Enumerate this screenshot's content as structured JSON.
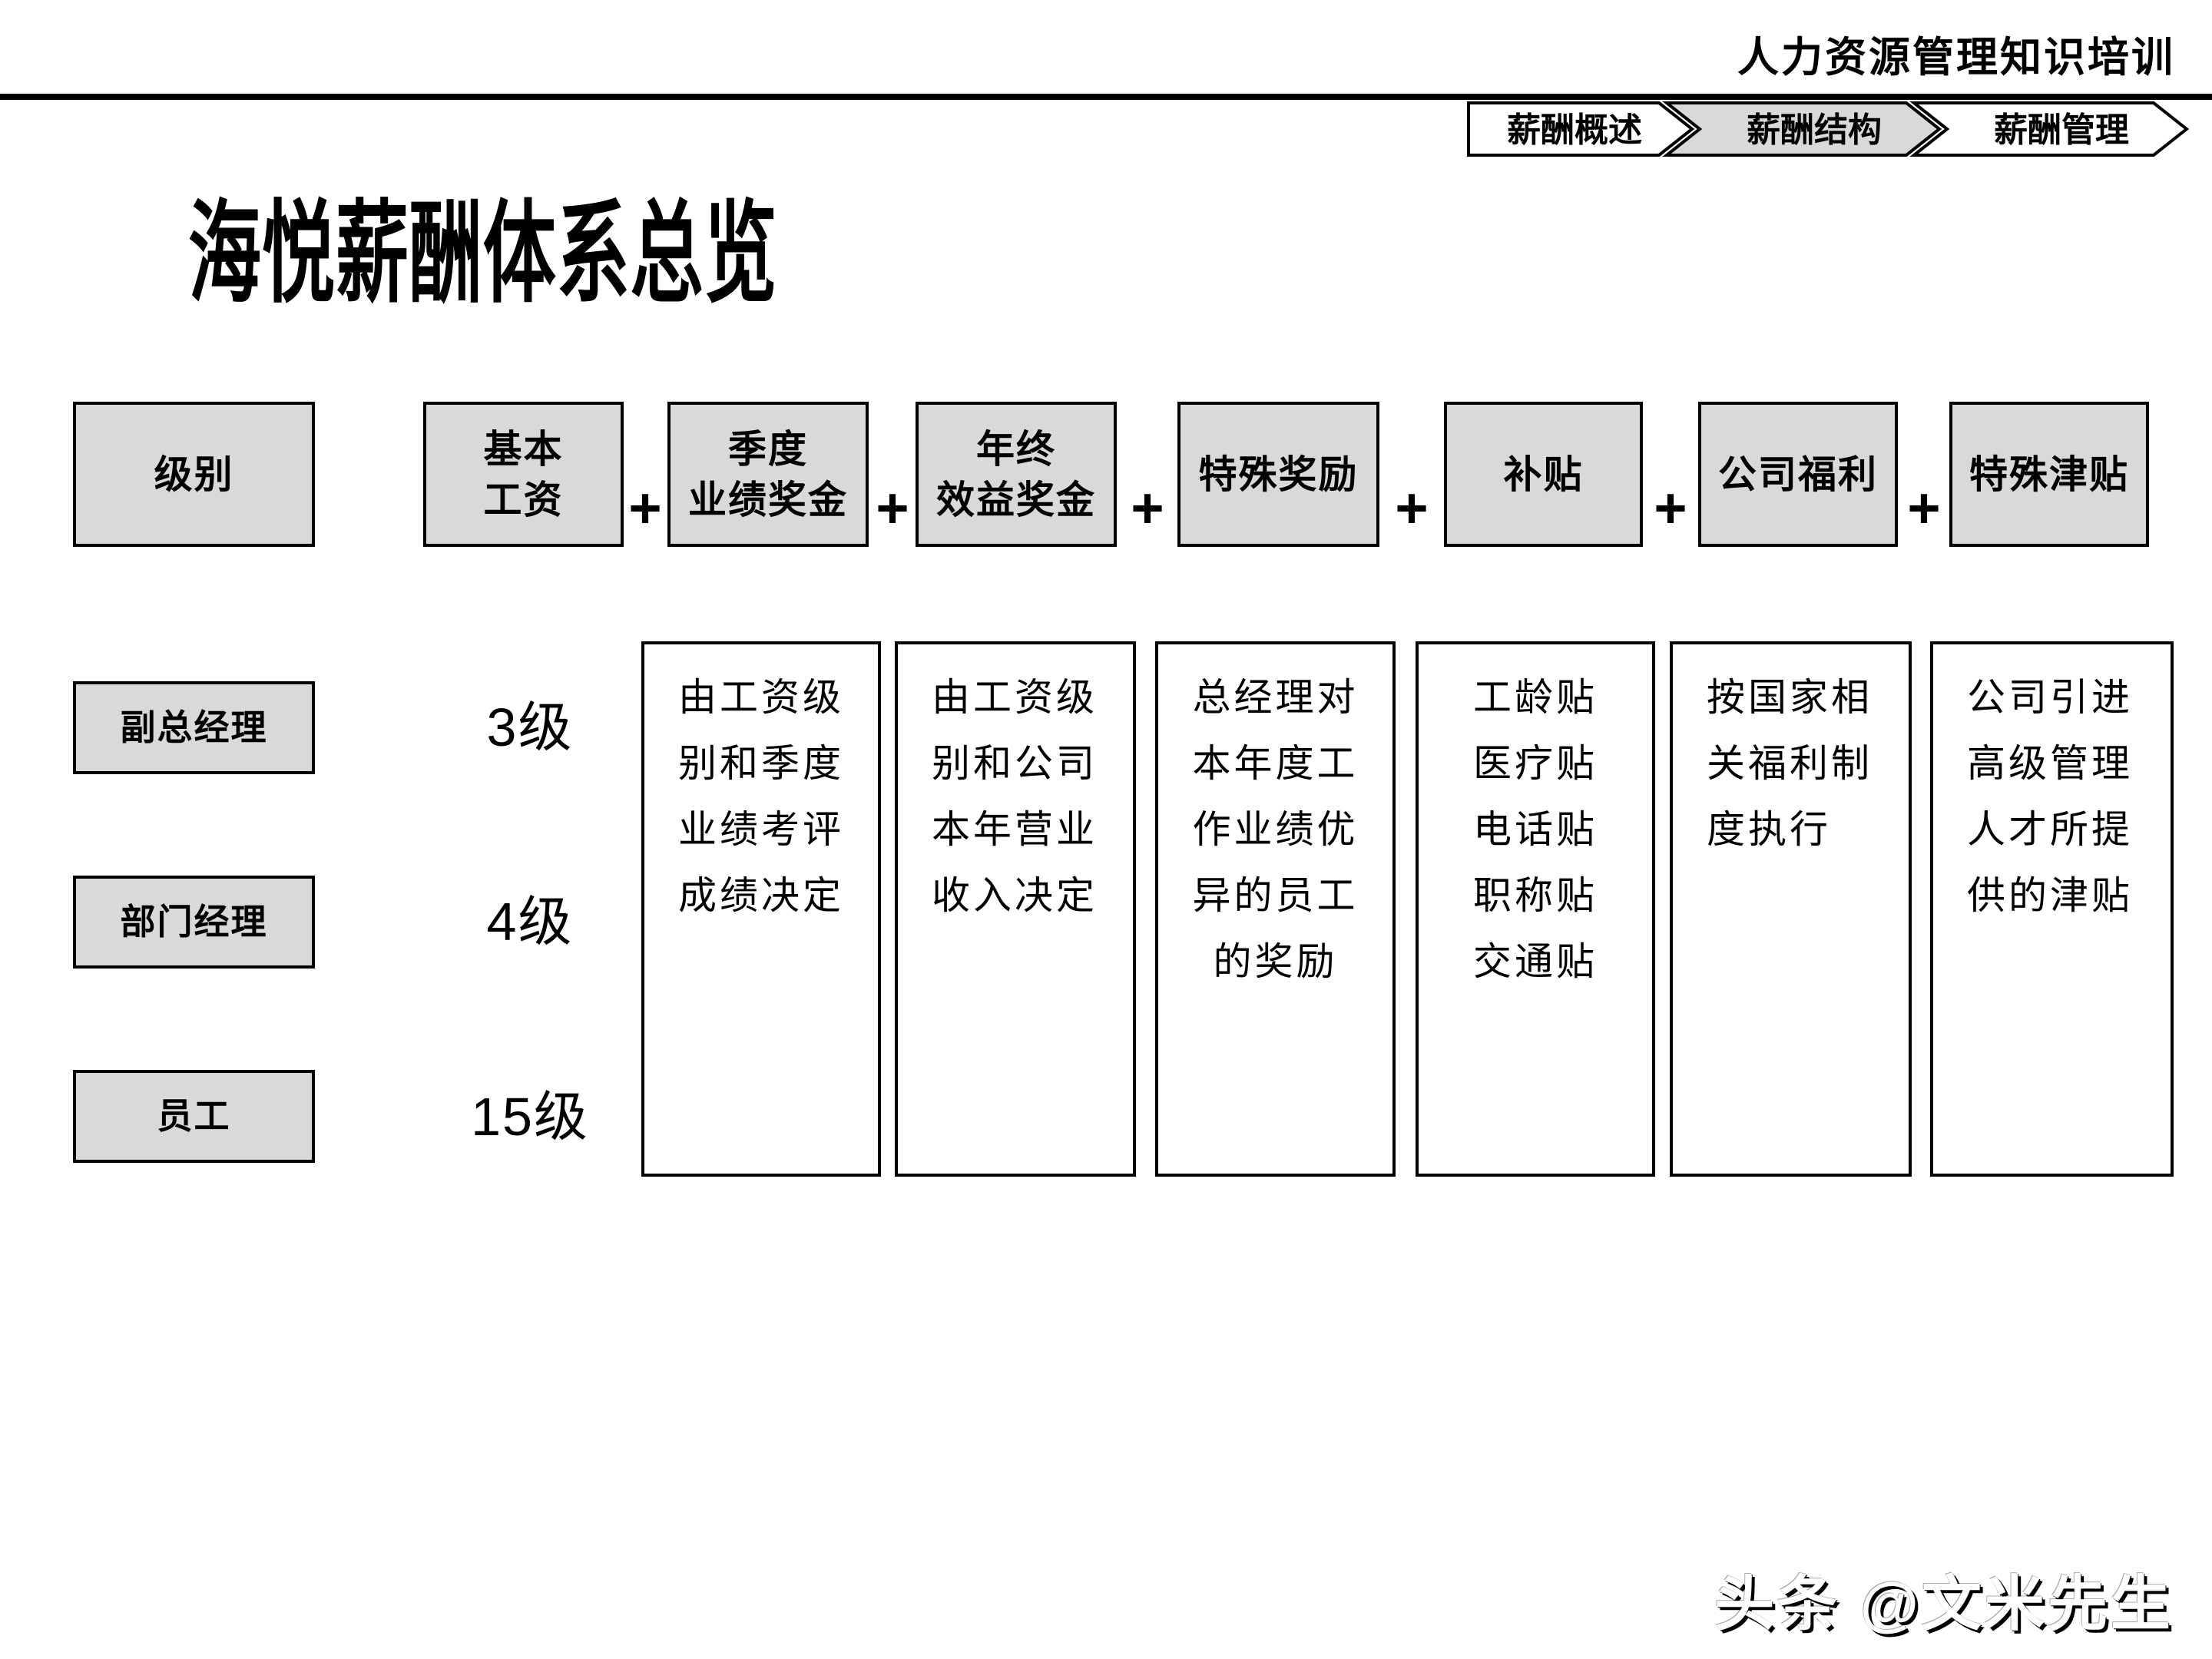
{
  "header": {
    "training_title": "人力资源管理知识培训"
  },
  "tabs": [
    {
      "label": "薪酬概述",
      "active": false
    },
    {
      "label": "薪酬结构",
      "active": true
    },
    {
      "label": "薪酬管理",
      "active": false
    }
  ],
  "slide_title": "海悦薪酬体系总览",
  "plus_sign": "+",
  "level_header": {
    "label": "级别"
  },
  "salary_components": [
    {
      "lines": [
        "基本",
        "工资"
      ]
    },
    {
      "lines": [
        "季度",
        "业绩奖金"
      ]
    },
    {
      "lines": [
        "年终",
        "效益奖金"
      ]
    },
    {
      "lines": [
        "特殊奖励"
      ]
    },
    {
      "lines": [
        "补贴"
      ]
    },
    {
      "lines": [
        "公司福利"
      ]
    },
    {
      "lines": [
        "特殊津贴"
      ]
    }
  ],
  "roles": [
    {
      "title": "副总经理",
      "level": "3级"
    },
    {
      "title": "部门经理",
      "level": "4级"
    },
    {
      "title": "员工",
      "level": "15级"
    }
  ],
  "descriptions": [
    {
      "full_text": "由工资级别和季度业绩考评成绩决定",
      "lines": [
        "由工资级",
        "别和季度",
        "业绩考评",
        "成绩决定"
      ]
    },
    {
      "full_text": "由工资级别和公司本年营业收入决定",
      "lines": [
        "由工资级",
        "别和公司",
        "本年营业",
        "收入决定"
      ]
    },
    {
      "full_text": "总经理对本年度工作业绩优异的员工的奖励",
      "lines": [
        "总经理对",
        "本年度工",
        "作业绩优",
        "异的员工",
        "的奖励"
      ]
    },
    {
      "full_text": "工龄贴 医疗贴 电话贴 职称贴 交通贴",
      "lines": [
        "工龄贴",
        "医疗贴",
        "电话贴",
        "职称贴",
        "交通贴"
      ]
    },
    {
      "full_text": "按国家相关福利制度执行",
      "lines": [
        "按国家相",
        "关福利制",
        "度执行"
      ]
    },
    {
      "full_text": "公司引进高级管理人才所提供的津贴",
      "lines": [
        "公司引进",
        "高级管理",
        "人才所提",
        "供的津贴"
      ]
    }
  ],
  "watermark": "头条 @文米先生",
  "colors": {
    "box_fill": "#d9d9d9",
    "tab_active_fill": "#d9d9d9",
    "tab_fill": "#ffffff",
    "border": "#000000",
    "background": "#ffffff"
  }
}
